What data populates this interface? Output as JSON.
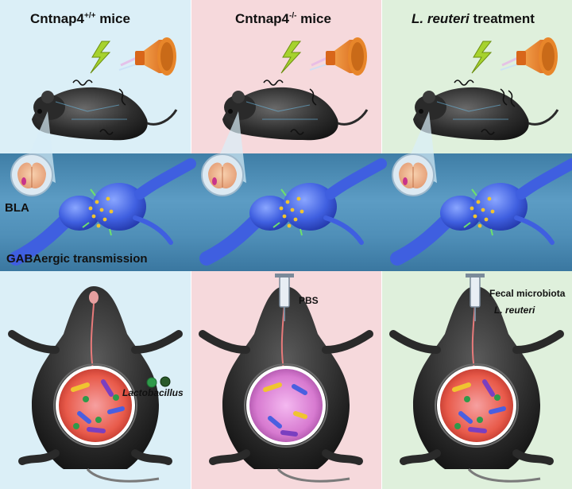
{
  "panels": [
    {
      "title_prefix": "Cntnap4",
      "title_sup": "+/+",
      "title_suffix": " mice"
    },
    {
      "title_prefix": "Cntnap4",
      "title_sup": "-/-",
      "title_suffix": " mice"
    },
    {
      "title_italic": "L. reuteri",
      "title_suffix": " treatment"
    }
  ],
  "labels": {
    "bla": "BLA",
    "gaba": "GABAergic transmission",
    "lactobacillus": "Lactobacillus",
    "pbs": "PBS",
    "fecal": "Fecal microbiota",
    "lreuteri": "L. reuteri"
  },
  "colors": {
    "panel_1_bg": "#dbeff7",
    "panel_2_bg": "#f6d9dc",
    "panel_3_bg": "#dff0dc",
    "band": "#4f8fb8",
    "neuron": "#3f5fe0",
    "speaker": "#e8862a",
    "bolt": "#9acd32",
    "gut_bg_1": "#e85a4a",
    "gut_bg_2": "#d77ad0"
  },
  "icons": [
    "lightning-icon",
    "speaker-icon",
    "mouse-icon",
    "brain-slice-icon",
    "neuron-synapse-icon",
    "syringe-icon",
    "gut-microbiota-icon",
    "bacteria-icon"
  ]
}
